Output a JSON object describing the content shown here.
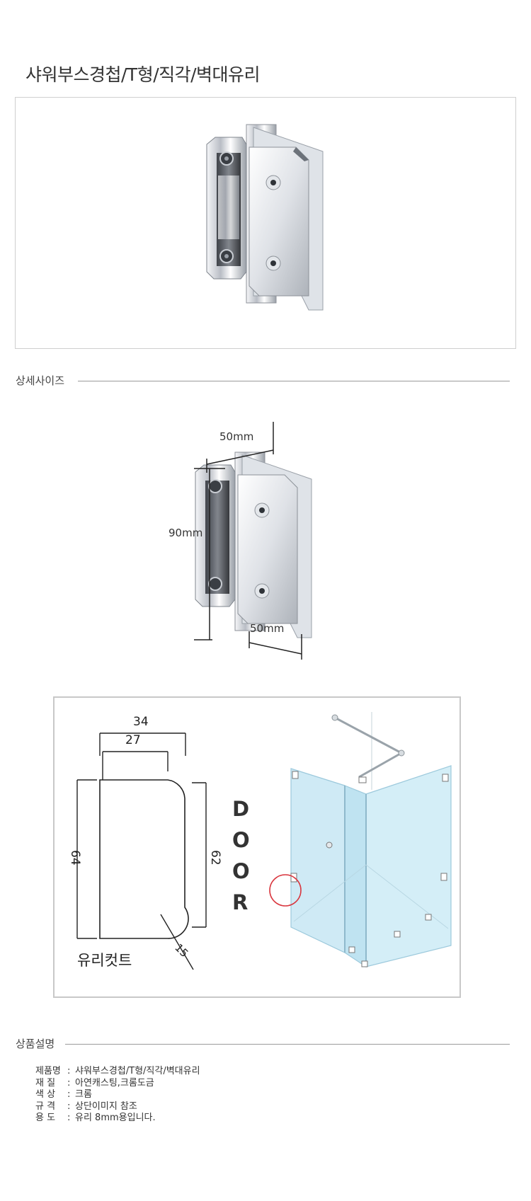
{
  "title": "샤워부스경첩/T형/직각/벽대유리",
  "sections": {
    "detail_size": "상세사이즈",
    "description": "상품설명"
  },
  "dimensions": {
    "top_width": "50mm",
    "height": "90mm",
    "bottom_width": "50mm"
  },
  "glass_cut": {
    "outer_width": "34",
    "inner_width": "27",
    "left_height": "64",
    "right_height": "62",
    "radius": "15",
    "caption": "유리컷트",
    "door_label": [
      "D",
      "O",
      "O",
      "R"
    ]
  },
  "specs": [
    {
      "label": "제품명",
      "value": "샤워부스경첩/T형/직각/벽대유리"
    },
    {
      "label": "재   질",
      "value": "아연캐스팅,크롬도금"
    },
    {
      "label": "색   상",
      "value": "크롬"
    },
    {
      "label": "규   격",
      "value": "상단이미지 참조"
    },
    {
      "label": "용   도",
      "value": "유리 8mm용입니다."
    }
  ],
  "colors": {
    "accent_circle": "#d9363e",
    "glass": "#cfeaf5",
    "chrome": "#c9ccd2"
  }
}
